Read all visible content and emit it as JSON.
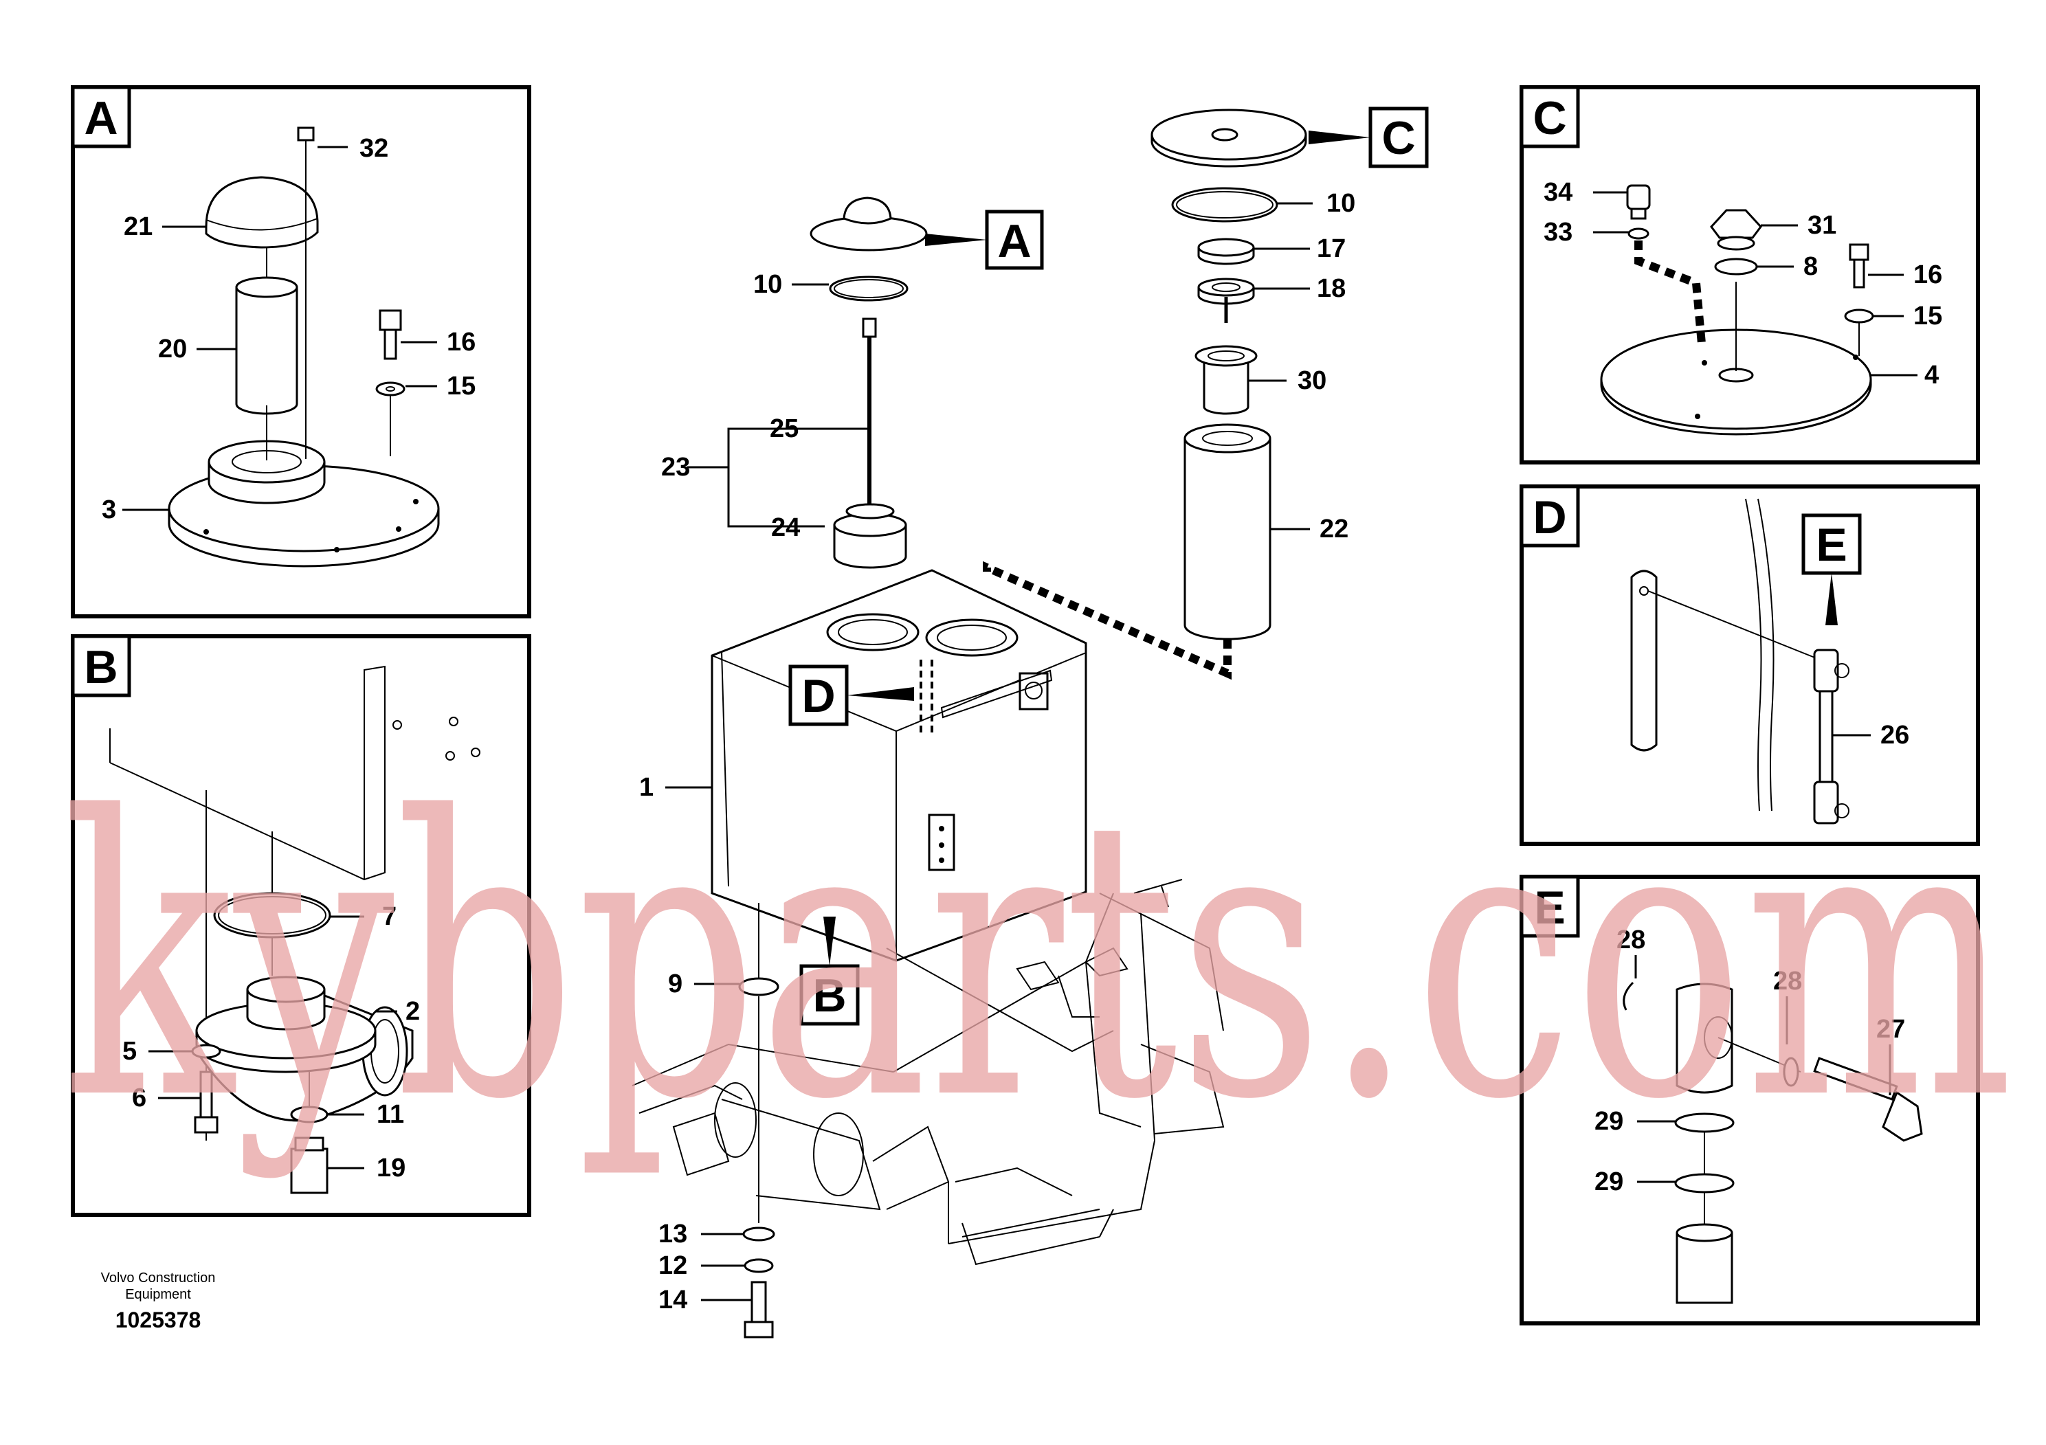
{
  "labels": {
    "p1": "1",
    "p2": "2",
    "p3": "3",
    "p4": "4",
    "p5": "5",
    "p6": "6",
    "p7": "7",
    "p8": "8",
    "p9": "9",
    "p10": "10",
    "p11": "11",
    "p12": "12",
    "p13": "13",
    "p14": "14",
    "p15": "15",
    "p16": "16",
    "p17": "17",
    "p18": "18",
    "p19": "19",
    "p20": "20",
    "p21": "21",
    "p22": "22",
    "p23": "23",
    "p24": "24",
    "p25": "25",
    "p26": "26",
    "p27": "27",
    "p28": "28",
    "p29": "29",
    "p30": "30",
    "p31": "31",
    "p32": "32",
    "p33": "33",
    "p34": "34"
  },
  "panels": {
    "a": "A",
    "b": "B",
    "c": "C",
    "d": "D",
    "e": "E"
  },
  "footer": {
    "company_line1": "Volvo Construction",
    "company_line2": "Equipment",
    "drawing_number": "1025378"
  },
  "watermark": "kybparts.com",
  "colors": {
    "watermark": "#e8a5a5",
    "line": "#000000",
    "background": "#ffffff"
  }
}
